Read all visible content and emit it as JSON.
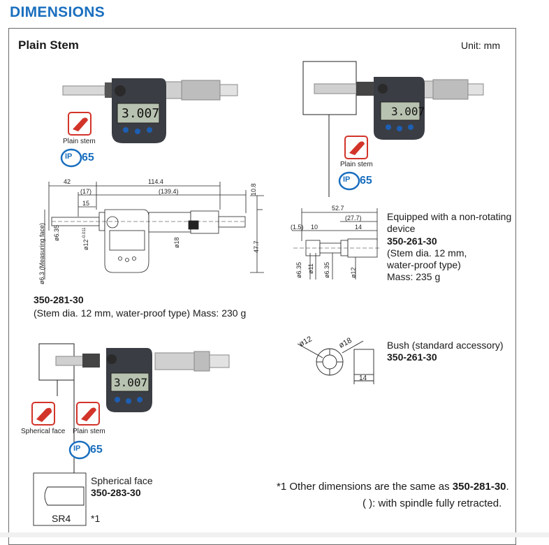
{
  "header": {
    "title": "DIMENSIONS"
  },
  "section": {
    "title": "Plain Stem",
    "unit": "Unit: mm"
  },
  "gauge": {
    "display": "3.007"
  },
  "icons": {
    "plain_stem": "Plain stem",
    "spherical_face": "Spherical face",
    "ip_rating": "65",
    "ip_prefix": "IP"
  },
  "main_drawing": {
    "dims": {
      "d42": "42",
      "d114": "114.4",
      "d17": "(17)",
      "d139": "(139.4)",
      "d15": "15",
      "d108": "10.8",
      "d477": "47.7",
      "phi635": "ø6.35",
      "phi12": "ø12",
      "phi12_tol": "-0.011",
      "phi18": "ø18",
      "phi63": "ø6.3 (Measuring face)"
    },
    "model": "350-281-30",
    "spec": "(Stem dia. 12 mm, water-proof type) Mass: 230 g"
  },
  "non_rotating": {
    "dims": {
      "d527": "52.7",
      "d277": "(27.7)",
      "d15": "(1.5)",
      "d10": "10",
      "d14": "14",
      "phi635a": "ø6.35",
      "phi11": "ø11",
      "phi635b": "ø6.35",
      "phi12": "ø12"
    },
    "caption_line1": "Equipped with a non-rotating",
    "caption_line2": "device",
    "model": "350-261-30",
    "spec_line1": "(Stem dia. 12 mm,",
    "spec_line2": "water-proof type)",
    "mass": "Mass: 235 g"
  },
  "bush": {
    "phi12": "ø12",
    "phi18": "ø18",
    "d14": "14",
    "caption": "Bush (standard accessory)",
    "model": "350-261-30"
  },
  "spherical": {
    "caption": "Spherical face",
    "model": "350-283-30",
    "sr": "SR4",
    "note_mark": "*1"
  },
  "notes": {
    "note1_prefix": "*1 Other dimensions are the same as ",
    "note1_model": "350-281-30",
    "note1_suffix": ".",
    "note2": "( ): with spindle fully retracted."
  },
  "colors": {
    "accent": "#1a6fbf",
    "icon_red": "#d2342a",
    "ip_blue": "#1a6fbf"
  }
}
